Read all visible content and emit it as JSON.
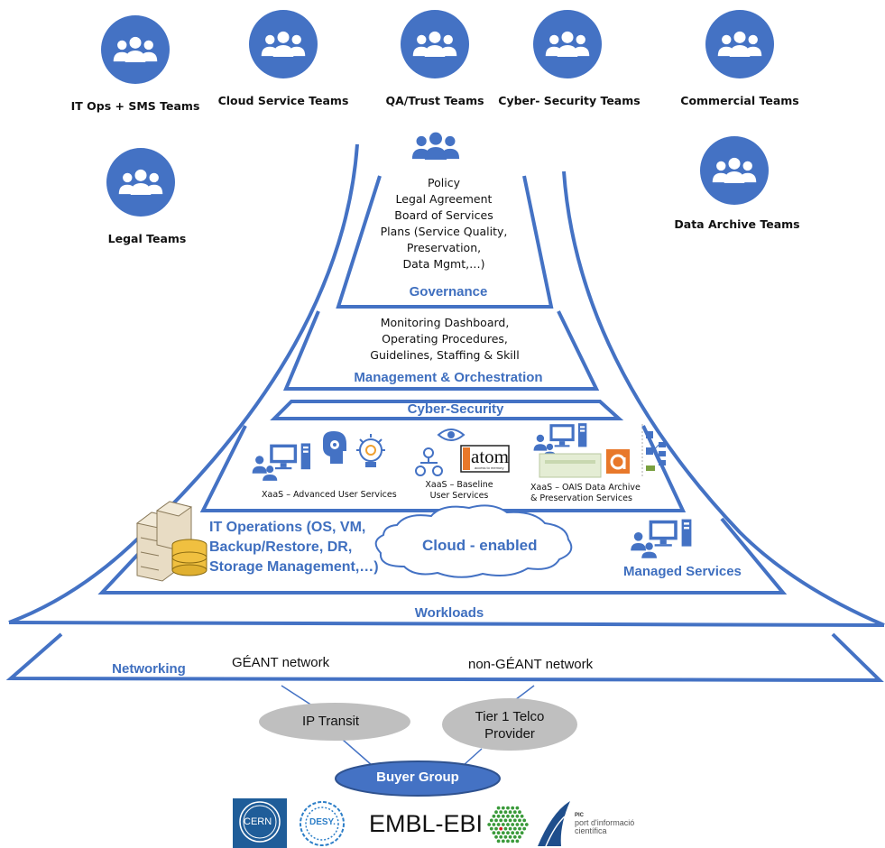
{
  "teams": [
    {
      "label": "IT Ops + SMS Teams"
    },
    {
      "label": "Cloud Service Teams"
    },
    {
      "label": "QA/Trust Teams"
    },
    {
      "label": "Cyber- Security Teams"
    },
    {
      "label": "Commercial Teams"
    },
    {
      "label": "Legal Teams"
    },
    {
      "label": "Data Archive Teams"
    }
  ],
  "governance": {
    "lines": [
      "Policy",
      "Legal Agreement",
      "Board of Services",
      "Plans (Service Quality,",
      "Preservation,",
      "Data Mgmt,…)"
    ],
    "label": "Governance"
  },
  "management": {
    "lines": [
      "Monitoring Dashboard,",
      "Operating Procedures,",
      "Guidelines, Staffing & Skill"
    ],
    "label": "Management & Orchestration"
  },
  "cyber": {
    "label": "Cyber-Security"
  },
  "services": {
    "advanced": "XaaS – Advanced User Services",
    "baseline_1": "XaaS – Baseline",
    "baseline_2": "User Services",
    "oais_1": "XaaS – OAIS Data Archive",
    "oais_2": "& Preservation Services",
    "atom_logo": "atom",
    "atom_tagline": "access to memory"
  },
  "it_ops": {
    "lines": [
      "IT Operations (OS, VM,",
      "Backup/Restore, DR,",
      "Storage Management,…)"
    ],
    "cloud": "Cloud - enabled",
    "managed": "Managed Services"
  },
  "workloads": {
    "label": "Workloads"
  },
  "networking": {
    "label": "Networking",
    "geant": "GÉANT network",
    "non_geant": "non-GÉANT network"
  },
  "transit": {
    "ip": "IP Transit",
    "tier1_1": "Tier 1 Telco",
    "tier1_2": "Provider"
  },
  "buyer": {
    "label": "Buyer Group"
  },
  "logos": {
    "cern": "CERN",
    "desy": "DESY.",
    "embl": "EMBL-EBI",
    "pic_1": "PIC",
    "pic_2": "port d'informació",
    "pic_3": "científica"
  },
  "colors": {
    "team_circle": "#4472c4",
    "frame_blue": "#4472c4",
    "label_blue": "#3f6fbf",
    "oval_gray": "#bfbfbf"
  }
}
